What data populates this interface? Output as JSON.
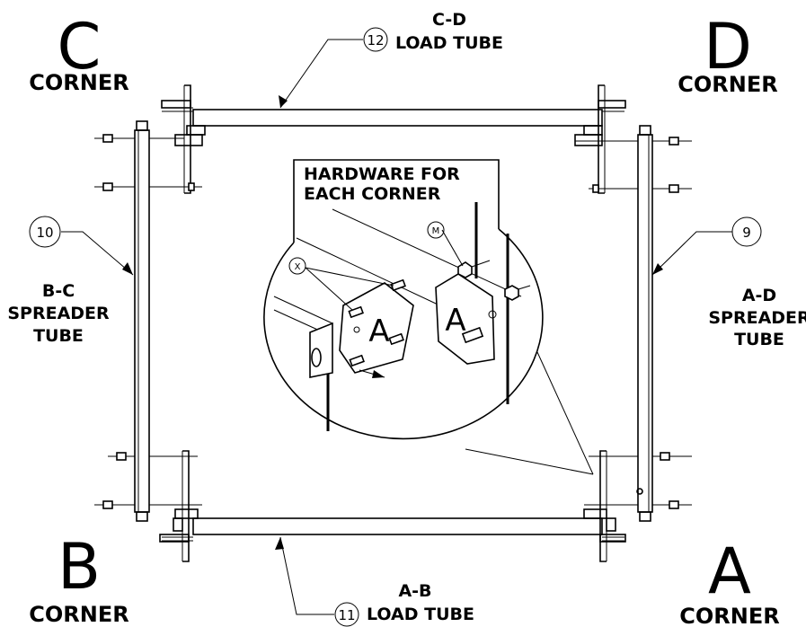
{
  "corners": {
    "c": {
      "letter": "C",
      "word": "CORNER"
    },
    "d": {
      "letter": "D",
      "word": "CORNER"
    },
    "b": {
      "letter": "B",
      "word": "CORNER"
    },
    "a": {
      "letter": "A",
      "word": "CORNER"
    }
  },
  "callouts": {
    "cd": {
      "number": "12",
      "line1": "C-D",
      "line2": "LOAD TUBE"
    },
    "ab": {
      "number": "11",
      "line1": "A-B",
      "line2": "LOAD TUBE"
    },
    "bc": {
      "number": "10",
      "line1": "B-C",
      "line2": "SPREADER",
      "line3": "TUBE"
    },
    "ad": {
      "number": "9",
      "line1": "A-D",
      "line2": "SPREADER",
      "line3": "TUBE"
    }
  },
  "detail": {
    "title_line1": "HARDWARE FOR",
    "title_line2": "EACH CORNER",
    "bubble_m": "M",
    "bubble_x": "X",
    "plate_left": "A",
    "plate_right": "A"
  }
}
